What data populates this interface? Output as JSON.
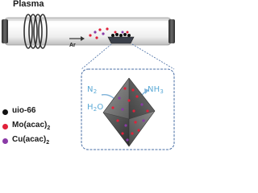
{
  "diagram": {
    "tube_label": "Plasma",
    "gas_label": "Ar",
    "legend": [
      {
        "label": "uio-66",
        "color": "#111111"
      },
      {
        "label": "Mo(acac)",
        "subscript": "2",
        "color": "#e0213a"
      },
      {
        "label": "Cu(acac)",
        "subscript": "2",
        "color": "#8a3aa6"
      }
    ],
    "molecules": [
      {
        "base": "N",
        "sub": "2",
        "color": "#5aa9d6"
      },
      {
        "base": "H",
        "sub": "2",
        "tail": "O",
        "color": "#5aa9d6"
      },
      {
        "base": "NH",
        "sub": "3",
        "color": "#5aa9d6"
      }
    ],
    "icons": [
      "quartz-tube-icon",
      "induction-coil-icon",
      "sample-boat-icon",
      "octahedron-crystal-icon",
      "arrow-icon"
    ]
  }
}
